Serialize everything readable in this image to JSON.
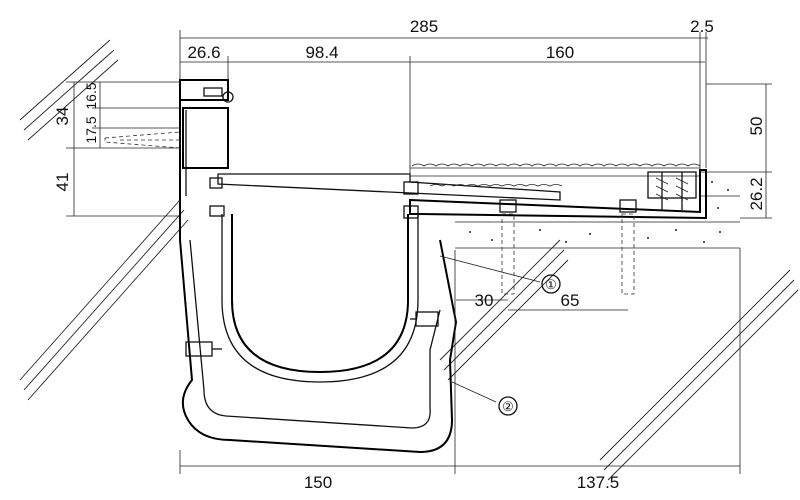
{
  "dimensions": {
    "overall_width": "285",
    "clearance": "2.5",
    "frame_width": "26.6",
    "gap_to_grate": "98.4",
    "grate_width": "160",
    "top_offset": "16.5",
    "upper_height": "34",
    "anchor_offset": "17.5",
    "lower_height": "41",
    "grate_height": "50",
    "slab_thickness": "26.2",
    "bolt_offset": "30",
    "bolt_spacing": "65",
    "channel_width": "150",
    "slab_width": "137.5"
  },
  "callouts": {
    "item_1": "①",
    "item_2": "②"
  }
}
